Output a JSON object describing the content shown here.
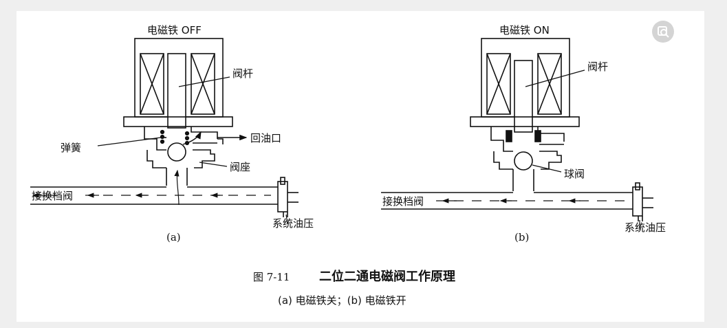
{
  "panel_a": {
    "title": "电磁铁 OFF",
    "labels": {
      "valve_stem": "阀杆",
      "spring": "弹簧",
      "return_port": "回油口",
      "valve_seat": "阀座",
      "shift_valve": "接换档阀",
      "system_pressure": "系统油压"
    },
    "tag": "(a)"
  },
  "panel_b": {
    "title": "电磁铁 ON",
    "labels": {
      "valve_stem": "阀杆",
      "ball_valve": "球阀",
      "shift_valve": "接换档阀",
      "system_pressure": "系统油压"
    },
    "tag": "(b)"
  },
  "caption": {
    "figure_number": "图 7-11",
    "title": "二位二通电磁阀工作原理",
    "subtitle": "(a) 电磁铁关；(b) 电磁铁开"
  },
  "icons": {
    "corner_button": "image-search-icon"
  }
}
